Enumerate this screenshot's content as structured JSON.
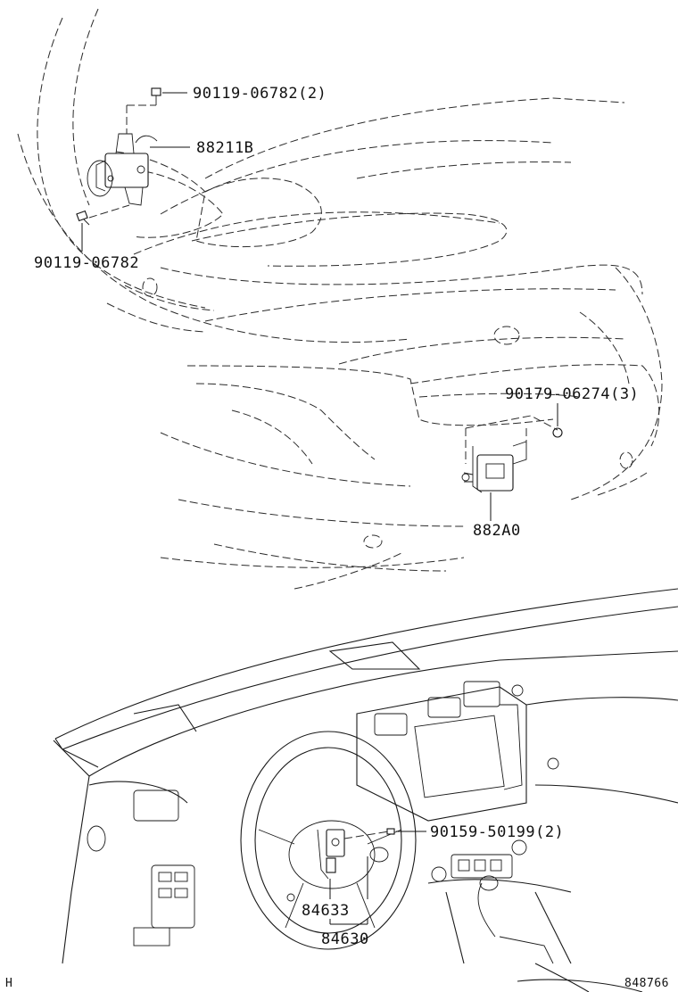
{
  "callouts": {
    "bolt_top": "90119-06782(2)",
    "sensor_front": "88211B",
    "bolt_left": "90119-06782",
    "nut_rear": "90179-06274(3)",
    "module_rear": "882A0",
    "screw_steering": "90159-50199(2)",
    "switch_sub": "84633",
    "switch_assy": "84630"
  },
  "footer": {
    "left_mark": "H",
    "illustration_number": "848766"
  }
}
